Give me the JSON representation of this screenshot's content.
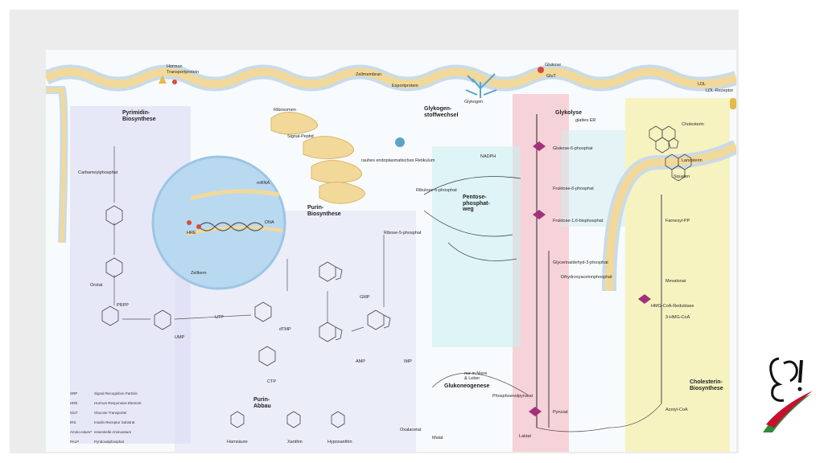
{
  "titles": {
    "pyrimidin": [
      "Pyrimidin-",
      "Biosynthese"
    ],
    "purin": [
      "Purin-",
      "Biosynthese"
    ],
    "purin_abbau": [
      "Purin-",
      "Abbau"
    ],
    "glykogen": [
      "Glykogen-",
      "stoffwechsel"
    ],
    "glykolyse": "Glykolyse",
    "pentose": [
      "Pentose-",
      "phosphat-",
      "weg"
    ],
    "glukoneogenese": "Glukoneogenese",
    "cholesterin": [
      "Cholesterin-",
      "Biosynthese"
    ]
  },
  "labels": {
    "zellmembran": "Zellmembran",
    "zellkern": "Zellkern",
    "rauhes_er": "rauhes endoplasmatisches Retikulum",
    "glukose": "Glukose",
    "glut": "GluT",
    "glykogen": "Glykogen",
    "glukose_6_phosphat": "Glukose-6-phosphat",
    "fruktose_6_phosphat": "Fruktose-6-phosphat",
    "fruktose_16_bisphosphat": "Fruktose-1,6-bisphosphat",
    "pyruvat": "Pyruvat",
    "laktat": "Laktat",
    "acetyl_coa": "Acetyl-CoA",
    "her": "glattes ER",
    "mrna": "mRNA",
    "dna": "DNA",
    "hre": "HRE",
    "signal_peptid": "Signal-Peptid",
    "ribosomen": "Ribosomen",
    "exportprotein": "Exportprotein",
    "hormon": "Hormon",
    "transportprotein": "Transportprotein",
    "carbamoylphosphat": "Carbamoylphosphat",
    "orotat": "Orotat",
    "ump": "UMP",
    "utp": "UTP",
    "ctp": "CTP",
    "dtmp": "dTMP",
    "prpp": "PRPP",
    "imp": "IMP",
    "amp": "AMP",
    "gmp": "GMP",
    "harnsaeure": "Harnsäure",
    "xanthin": "Xanthin",
    "hypoxanthin": "Hypoxanthin",
    "ribose_5_phosphat": "Ribose-5-phosphat",
    "ribulose_5_phosphat": "Ribulose-5-phosphat",
    "nadph": "NADPH",
    "squalen": "Squalen",
    "lanosterin": "Lanosterin",
    "cholesterin": "Cholesterin",
    "mevalonat": "Mevalonat",
    "hmg_coa": "3-HMG-CoA",
    "hmg_coa_reduktase": "HMG-CoA-Reduktase",
    "farnesyl_pp": "Farnesyl-PP",
    "ldl": "LDL",
    "ldl_rezeptor": "LDL-Rezeptor",
    "glycerinaldehyd_3p": "Glycerinaldehyd-3-phosphat",
    "dihydroxyaceton_p": "Dihydroxyacetonphosphat",
    "phosphoenolpyruvat": "Phosphoenolpyruvat",
    "oxalacetat": "Oxalacetat",
    "malat": "Malat",
    "nur_niere_leber": [
      "nur in Niere",
      "& Leber"
    ]
  },
  "legend": [
    {
      "abbr": "SRP",
      "text": "Signal Recognition Particle"
    },
    {
      "abbr": "HRE",
      "text": "Hormon Responsive Element"
    },
    {
      "abbr": "GluT",
      "text": "Glucose Transporter"
    },
    {
      "abbr": "IRS",
      "text": "Insulin Receptor Substrat"
    },
    {
      "abbr": "Amino-säure*",
      "text": "essentielle Aminosäure"
    },
    {
      "abbr": "PALP",
      "text": "Pyridoxalphosphat"
    }
  ],
  "colors": {
    "membrane": "#f2d99a",
    "membrane_edge": "#c9dbe7",
    "nucleus": "#b9d9f0",
    "glykolyse_bg": "#f5b8c2",
    "cholesterin_bg": "#f7efa6",
    "purin_bg": "#d8d8f2",
    "pentose_bg": "#c9eef0",
    "logo_red": "#c8102e",
    "logo_green": "#2e8b3e"
  }
}
